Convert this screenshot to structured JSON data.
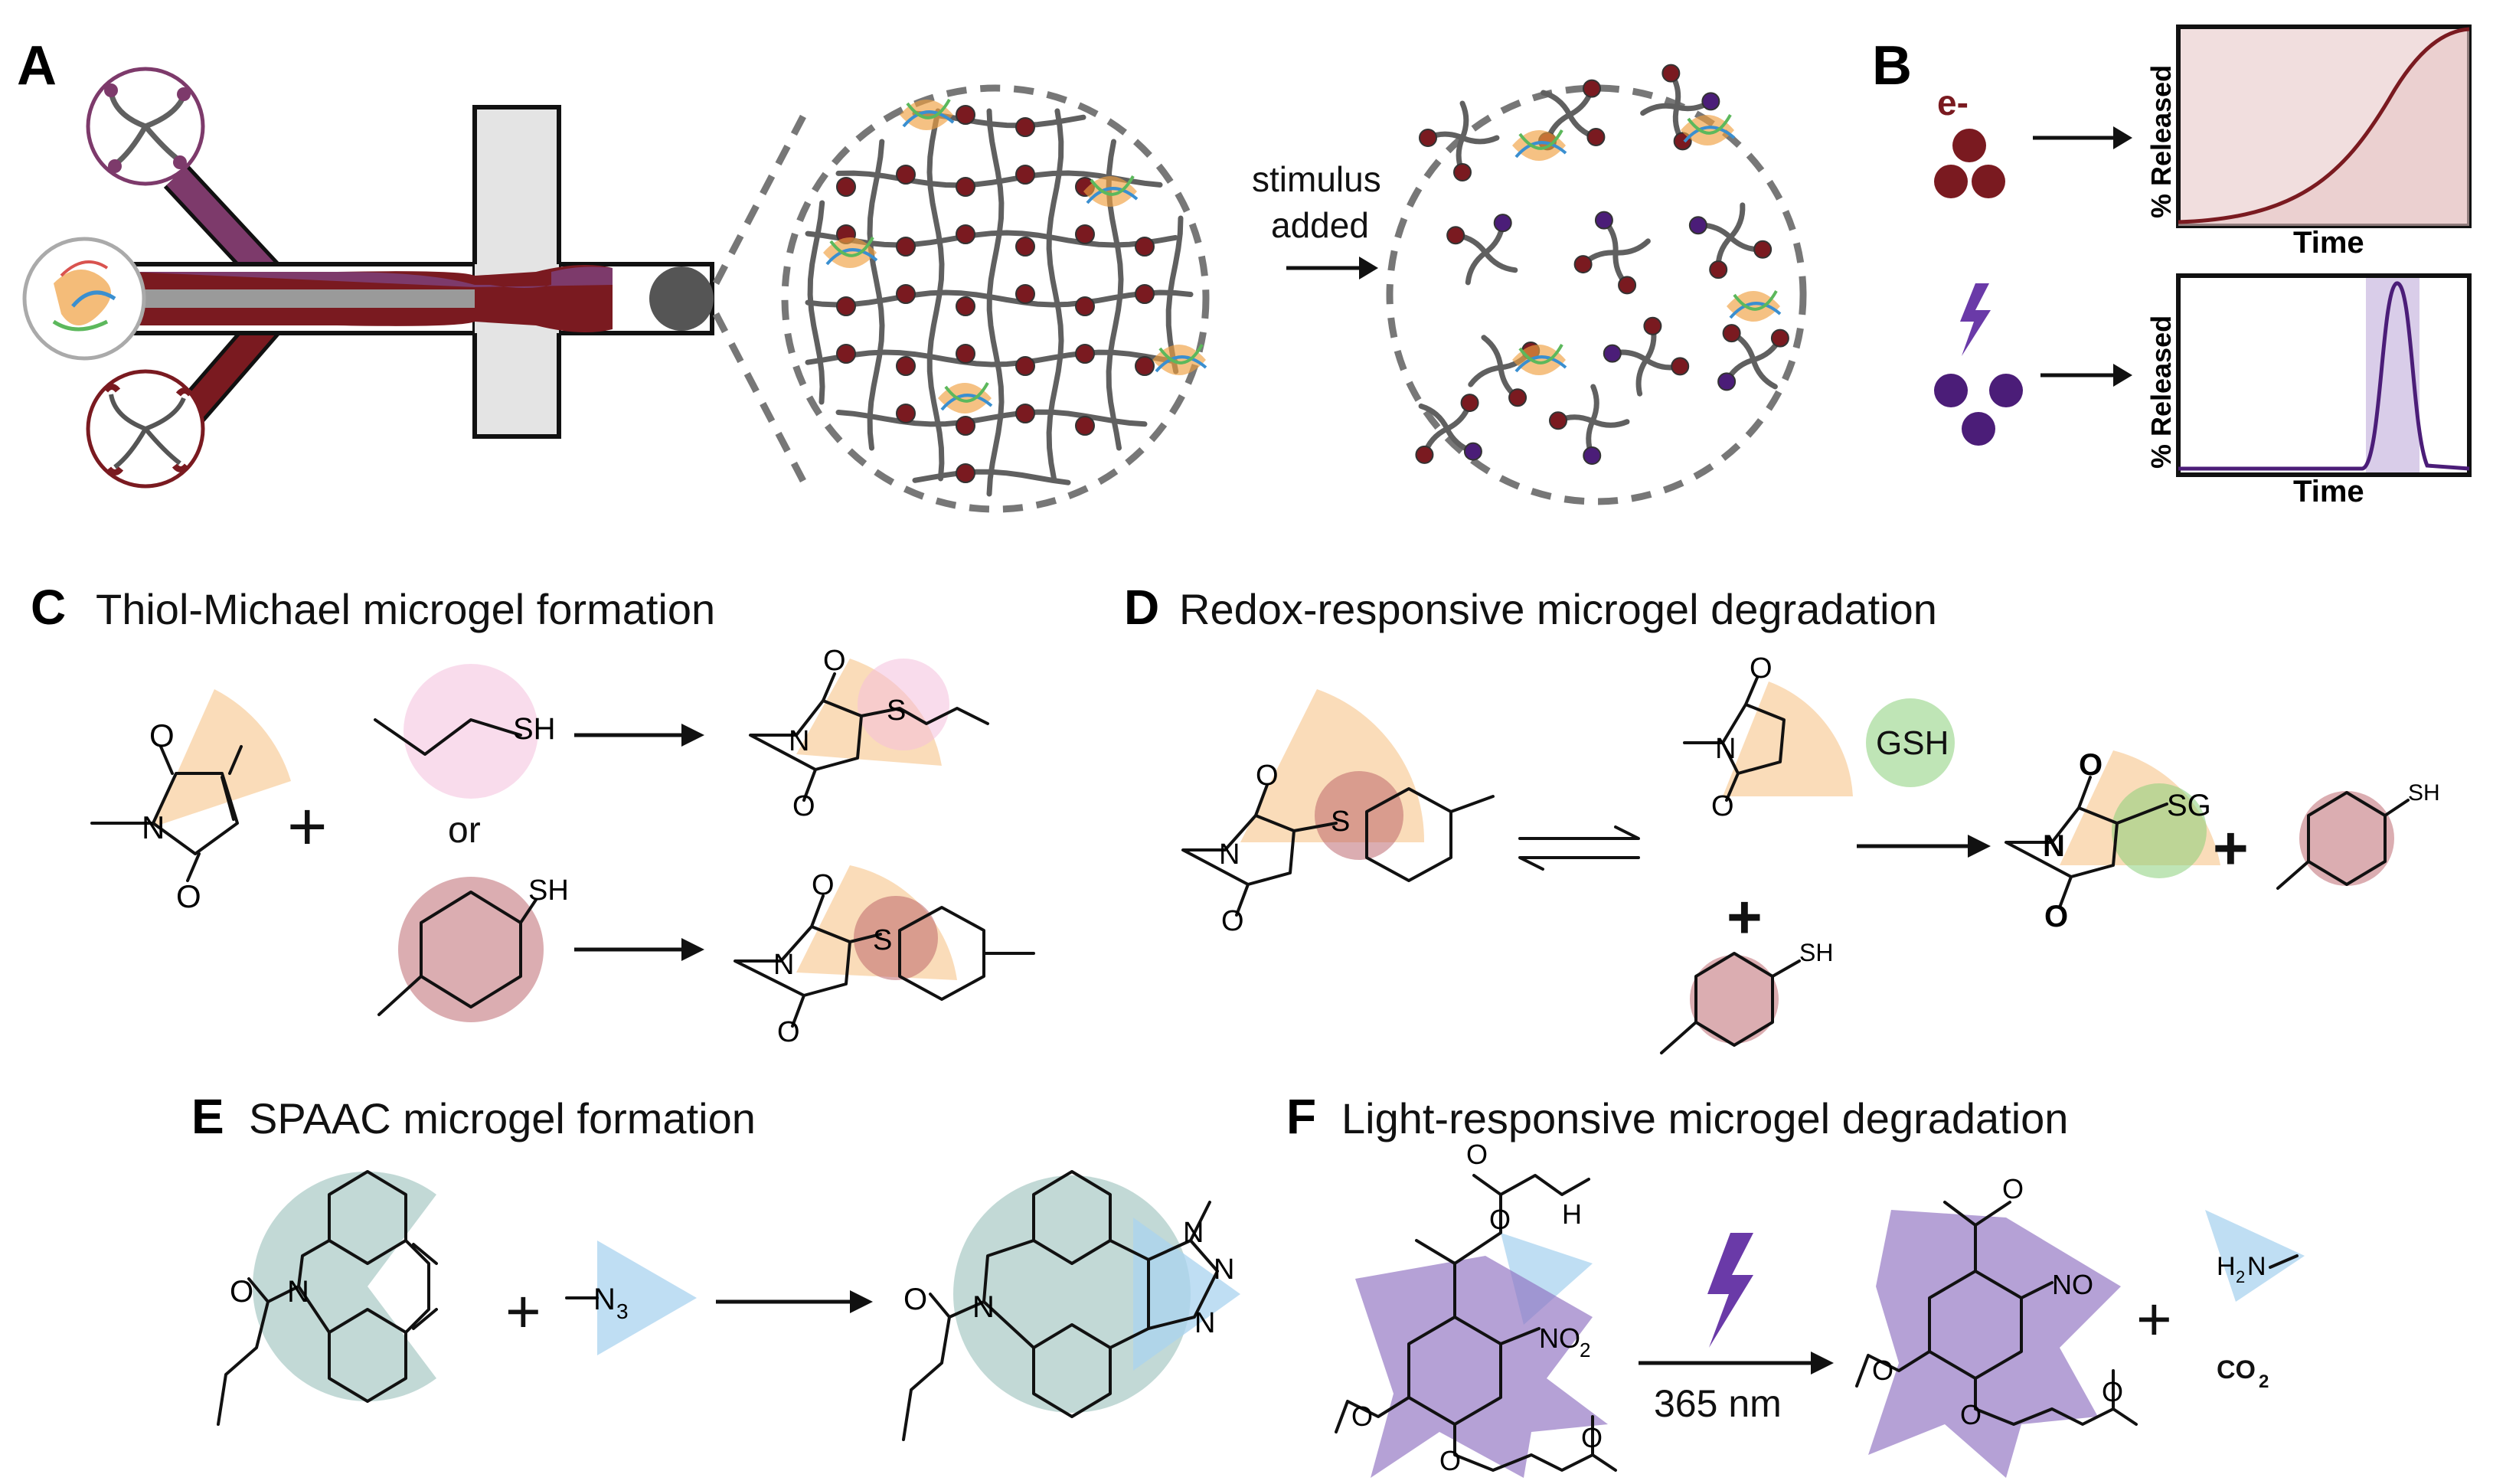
{
  "panels": {
    "A": {
      "label": "A",
      "arrow_text_1": "stimulus",
      "arrow_text_2": "added"
    },
    "B": {
      "label": "B",
      "electron_label": "e-",
      "top_plot": {
        "ylabel": "% Released",
        "xlabel": "Time"
      },
      "bottom_plot": {
        "ylabel": "% Released",
        "xlabel": "Time"
      }
    },
    "C": {
      "label": "C",
      "title": "Thiol-Michael microgel formation",
      "or_text": "or"
    },
    "D": {
      "label": "D",
      "title": "Redox-responsive microgel degradation",
      "reagent": "GSH"
    },
    "E": {
      "label": "E",
      "title": "SPAAC microgel formation"
    },
    "F": {
      "label": "F",
      "title": "Light-responsive microgel degradation",
      "wavelength": "365 nm",
      "byproduct": "CO",
      "byproduct_sub": "2"
    }
  },
  "atoms": {
    "O": "O",
    "N": "N",
    "S": "S",
    "SH": "SH",
    "SG": "SG",
    "NH": "H",
    "NO": "NO",
    "NO2": "NO",
    "sub2": "2",
    "sub3": "3",
    "H2N_H": "H",
    "H2N_N": "N"
  },
  "colors": {
    "maroon": "#7a1a20",
    "purple": "#4b1d78",
    "orange_fade": "#f7c58a",
    "pink_fade": "#f4bfdc",
    "green_fade": "#8bd07a",
    "teal_fade": "#8fb9b4",
    "blue_fade": "#a9d3ef",
    "violet_fade": "#8e6fc0"
  }
}
